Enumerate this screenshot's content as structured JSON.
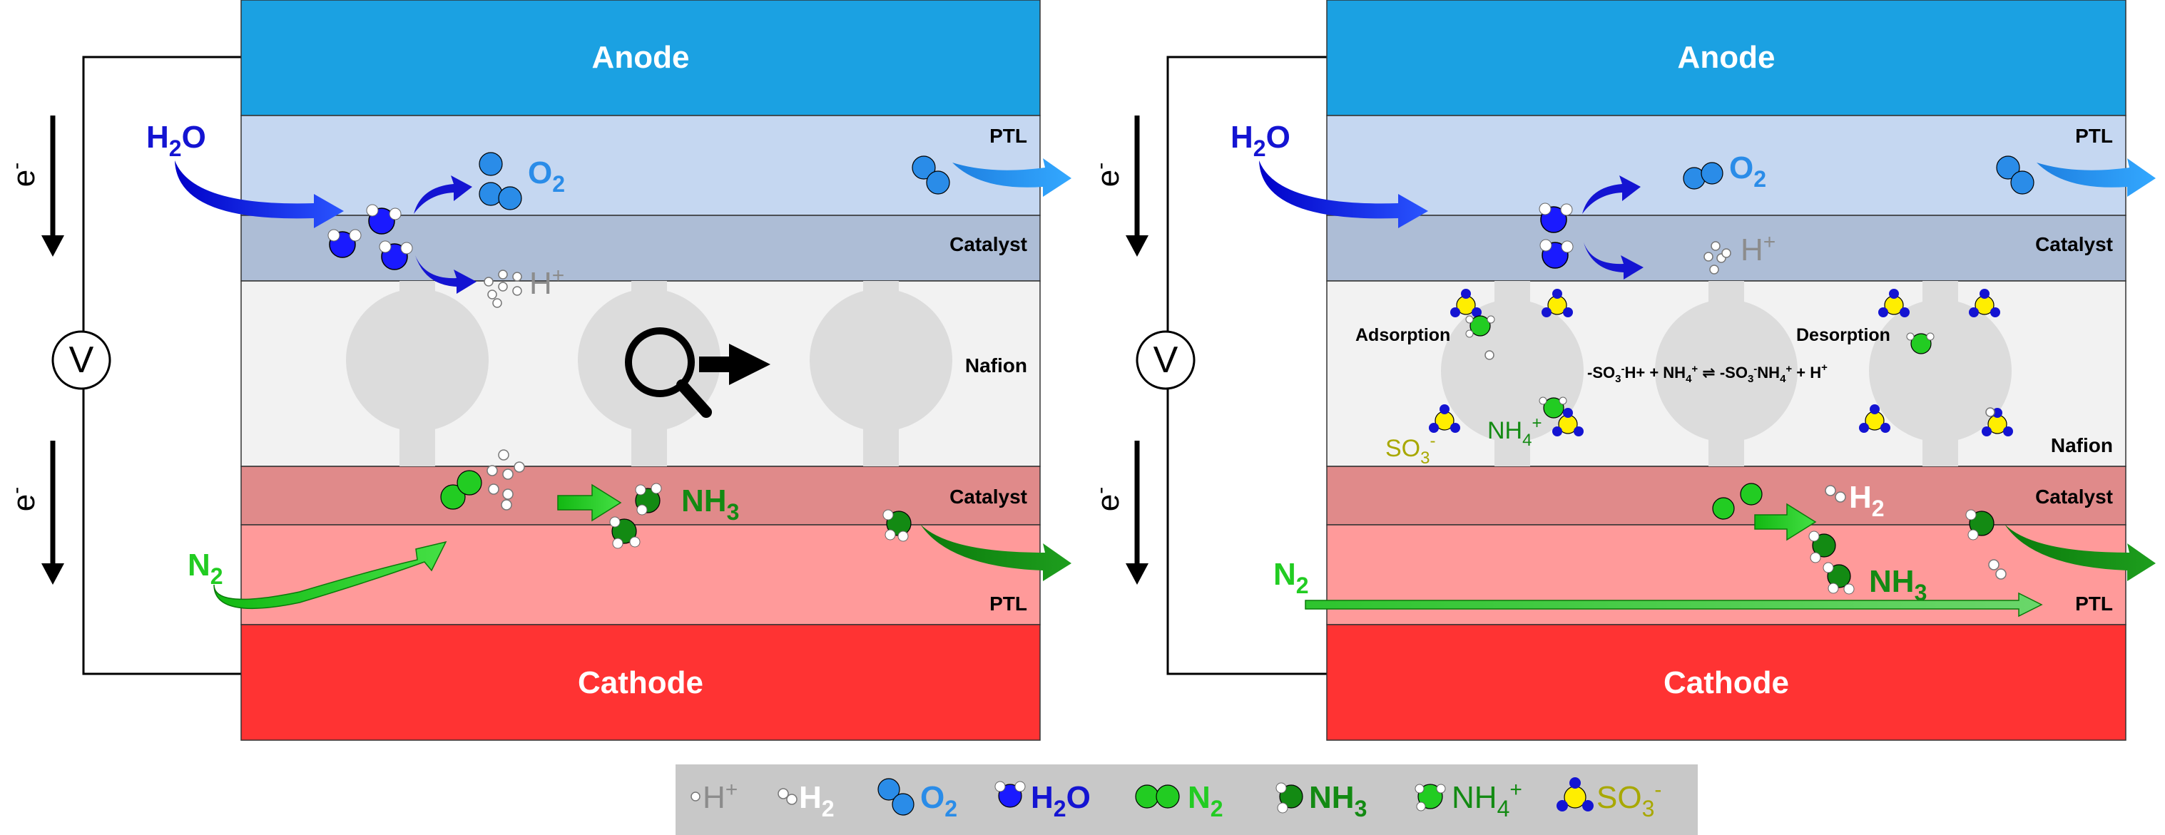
{
  "panels": [
    {
      "id": "left",
      "anode": "Anode",
      "cathode": "Cathode",
      "ptl_top": "PTL",
      "catalyst_top": "Catalyst",
      "nafion": "Nafion",
      "catalyst_bottom": "Catalyst",
      "ptl_bottom": "PTL",
      "electron_top": "e",
      "electron_top_sup": "-",
      "electron_bottom": "e",
      "electron_bottom_sup": "-",
      "voltmeter": "V",
      "h2o": "H",
      "h2o_sub": "2",
      "h2o_end": "O",
      "o2": "O",
      "o2_sub": "2",
      "hplus": "H",
      "hplus_sup": "+",
      "n2": "N",
      "n2_sub": "2",
      "nh3": "NH",
      "nh3_sub": "3"
    },
    {
      "id": "right",
      "anode": "Anode",
      "cathode": "Cathode",
      "ptl_top": "PTL",
      "catalyst_top": "Catalyst",
      "nafion": "Nafion",
      "catalyst_bottom": "Catalyst",
      "ptl_bottom": "PTL",
      "electron_top": "e",
      "electron_top_sup": "-",
      "electron_bottom": "e",
      "electron_bottom_sup": "-",
      "voltmeter": "V",
      "h2o": "H",
      "h2o_sub": "2",
      "h2o_end": "O",
      "o2": "O",
      "o2_sub": "2",
      "hplus": "H",
      "hplus_sup": "+",
      "n2": "N",
      "n2_sub": "2",
      "nh3": "NH",
      "nh3_sub": "3",
      "h2": "H",
      "h2_sub": "2",
      "adsorption": "Adsorption",
      "desorption": "Desorption",
      "so3": "SO",
      "so3_sub": "3",
      "so3_sup": "-",
      "nh4": "NH",
      "nh4_sub": "4",
      "nh4_sup": "+",
      "equation": {
        "p1": "-SO",
        "p1_sub": "3",
        "p1_sup": "-",
        "p2": "H+ + NH",
        "p2_sub": "4",
        "p2_sup": "+",
        "p3": " ⇌ -SO",
        "p3_sub": "3",
        "p3_sup": "-",
        "p4": "NH",
        "p4_sub": "4",
        "p4_sup": "+",
        "p5": " + H",
        "p5_sup": "+"
      }
    }
  ],
  "legend": [
    {
      "label": "H",
      "sup": "+",
      "sub": "",
      "color": "#8c8c8c",
      "icon": "proton-icon"
    },
    {
      "label": "H",
      "sup": "",
      "sub": "2",
      "color": "#ffffff",
      "icon": "hydrogen-icon"
    },
    {
      "label": "O",
      "sup": "",
      "sub": "2",
      "color": "#2a8ce8",
      "icon": "oxygen-icon"
    },
    {
      "label": "H",
      "sup": "",
      "sub": "2",
      "suffix": "O",
      "color": "#1414d2",
      "icon": "water-icon"
    },
    {
      "label": "N",
      "sup": "",
      "sub": "2",
      "color": "#22cc22",
      "icon": "nitrogen-icon"
    },
    {
      "label": "NH",
      "sup": "",
      "sub": "3",
      "color": "#138a13",
      "icon": "ammonia-icon"
    },
    {
      "label": "NH",
      "sup": "+",
      "sub": "4",
      "color": "#138a13",
      "icon": "ammonium-icon"
    },
    {
      "label": "SO",
      "sup": "-",
      "sub": "3",
      "color": "#a8a800",
      "icon": "sulfonate-icon"
    }
  ],
  "colors": {
    "anode": "#1ba1e2",
    "ptl_top": "#c5d7f1",
    "catalyst_top": "#adbdd6",
    "nafion": "#f2f2f2",
    "catalyst_bottom": "#e08a8a",
    "ptl_bottom": "#ff9a9a",
    "cathode": "#ff3333",
    "legend_bg": "#c8c8c8",
    "water": "#1a1aff",
    "oxygen": "#2a8ce8",
    "nitrogen": "#22cc22",
    "ammonia": "#138a13",
    "sulfur": "#ffee00",
    "proton": "#8c8c8c"
  }
}
